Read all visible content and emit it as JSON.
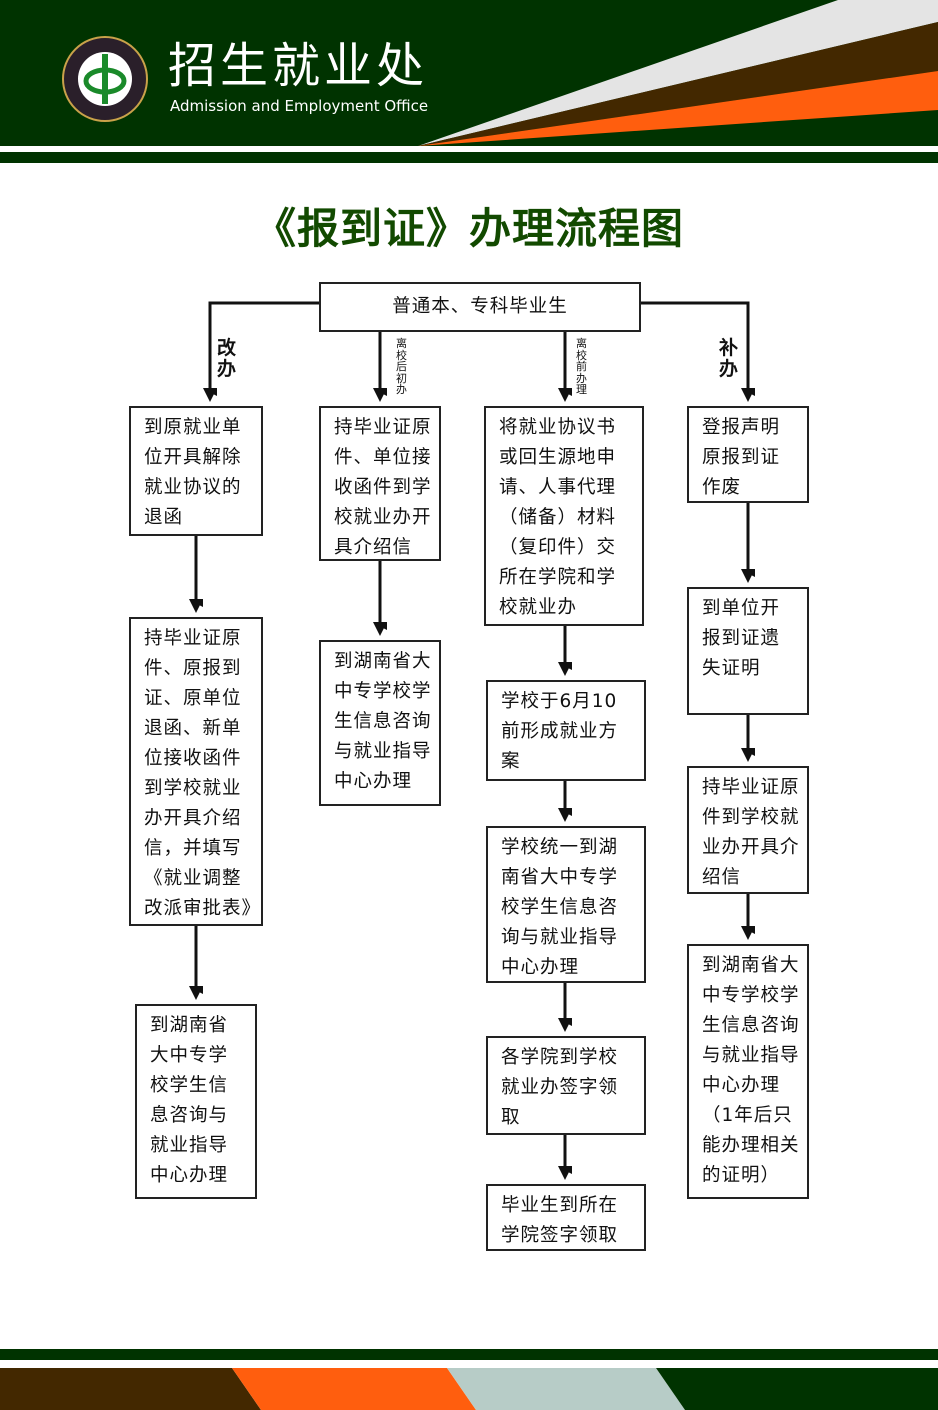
{
  "header": {
    "org_name": "招生就业处",
    "org_name_en": "Admission and Employment Office",
    "logo": "university-seal"
  },
  "title": "《报到证》办理流程图",
  "start": "普通本、专科毕业生",
  "labels": {
    "change": "改办",
    "after_leave": "离校后初办",
    "before_leave": "离校前办理",
    "reissue": "补办"
  },
  "col1": [
    [
      "到原就业单",
      "位开具解除",
      "就业协议的",
      "退函"
    ],
    [
      "持毕业证原",
      "件、原报到",
      "证、原单位",
      "退函、新单",
      "位接收函件",
      "到学校就业",
      "办开具介绍",
      "信，并填写",
      "《就业调整",
      "改派审批表》"
    ],
    [
      "到湖南省",
      "大中专学",
      "校学生信",
      "息咨询与",
      "就业指导",
      "中心办理"
    ]
  ],
  "col2": [
    [
      "持毕业证原",
      "件、单位接",
      "收函件到学",
      "校就业办开",
      "具介绍信"
    ],
    [
      "到湖南省大",
      "中专学校学",
      "生信息咨询",
      "与就业指导",
      "中心办理"
    ]
  ],
  "col3": [
    [
      "将就业协议书",
      "或回生源地申",
      "请、人事代理",
      "（储备）材料",
      "（复印件）交",
      "所在学院和学",
      "校就业办"
    ],
    [
      "学校于6月10",
      "前形成就业方",
      "案"
    ],
    [
      "学校统一到湖",
      "南省大中专学",
      "校学生信息咨",
      "询与就业指导",
      "中心办理"
    ],
    [
      "各学院到学校",
      "就业办签字领",
      "取"
    ],
    [
      "毕业生到所在",
      "学院签字领取"
    ]
  ],
  "col4": [
    [
      "登报声明",
      "原报到证",
      "作废"
    ],
    [
      "到单位开",
      "报到证遗",
      "失证明"
    ],
    [
      "持毕业证原",
      "件到学校就",
      "业办开具介",
      "绍信"
    ],
    [
      "到湖南省大",
      "中专学校学",
      "生信息咨询",
      "与就业指导",
      "中心办理",
      "（1年后只",
      "能办理相关",
      "的证明）"
    ]
  ],
  "colors": {
    "green": "#003300",
    "brown": "#432800",
    "orange": "#ff5e0e",
    "grey": "#e4e4e4",
    "slate": "#b7ccc7"
  }
}
